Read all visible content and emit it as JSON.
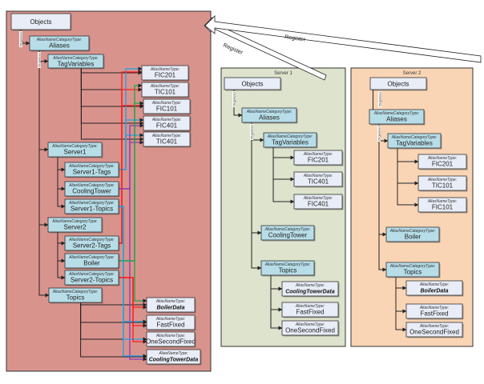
{
  "colors": {
    "aggregate_panel": "#d9938d",
    "server1_panel": "#dde3cc",
    "server2_panel": "#f9d5b5",
    "category_box": "#b7dde8",
    "alias_box": "#e8edf7",
    "server1_tags": "#1ea0e6",
    "server2_tags": "#ff1a1a",
    "cooling_tower": "#8a3ab9",
    "boiler": "#1aa64a"
  },
  "organizes_label": "Organizes",
  "register_labels": [
    "Register",
    "Register"
  ],
  "panels": [
    {
      "id": "aggregate",
      "title": "",
      "nodes": [
        {
          "id": "objects",
          "type": "",
          "name": "Objects",
          "parent": null
        },
        {
          "id": "aliases",
          "type": "AliasNameCategoryType:",
          "name": "Aliases",
          "parent": "objects"
        },
        {
          "id": "tagvars",
          "type": "AliasNameCategoryType:",
          "name": "TagVariables",
          "parent": "aliases"
        },
        {
          "id": "fic201",
          "type": "AliasNameType:",
          "name": "FIC201",
          "parent": "tagvars"
        },
        {
          "id": "tic101",
          "type": "AliasNameType:",
          "name": "TIC101",
          "parent": "tagvars"
        },
        {
          "id": "fic101",
          "type": "AliasNameType:",
          "name": "FIC101",
          "parent": "tagvars"
        },
        {
          "id": "fic401",
          "type": "AliasNameType:",
          "name": "FIC401",
          "parent": "tagvars"
        },
        {
          "id": "tic401",
          "type": "AliasNameType:",
          "name": "TIC401",
          "parent": "tagvars"
        },
        {
          "id": "server1",
          "type": "AliasNameCategoryType:",
          "name": "Server1",
          "parent": "aliases"
        },
        {
          "id": "s1tags",
          "type": "AliasNameCategoryType:",
          "name": "Server1-Tags",
          "parent": "server1"
        },
        {
          "id": "cooling",
          "type": "AliasNameCategoryType:",
          "name": "CoolingTower",
          "parent": "server1"
        },
        {
          "id": "s1topics",
          "type": "AliasNameCategoryType:",
          "name": "Server1-Topics",
          "parent": "server1"
        },
        {
          "id": "server2",
          "type": "AliasNameCategoryType:",
          "name": "Server2",
          "parent": "aliases"
        },
        {
          "id": "s2tags",
          "type": "AliasNameCategoryType:",
          "name": "Server2-Tags",
          "parent": "server2"
        },
        {
          "id": "boiler",
          "type": "AliasNameCategoryType:",
          "name": "Boiler",
          "parent": "server2"
        },
        {
          "id": "s2topics",
          "type": "AliasNameCategoryType:",
          "name": "Server2-Topics",
          "parent": "server2"
        },
        {
          "id": "topics",
          "type": "AliasNameCategoryType:",
          "name": "Topics",
          "parent": "aliases"
        },
        {
          "id": "boilerdata",
          "type": "AliasNameType:",
          "name": "BoilerData",
          "parent": "topics"
        },
        {
          "id": "fastfixed",
          "type": "AliasNameType:",
          "name": "FastFixed",
          "parent": "topics"
        },
        {
          "id": "onesec",
          "type": "AliasNameType:",
          "name": "OneSecondFixed",
          "parent": "topics"
        },
        {
          "id": "ctdata",
          "type": "AliasNameType:",
          "name": "CoolingTowerData",
          "parent": "topics"
        }
      ],
      "references": [
        {
          "from": "s1tags",
          "to": [
            "fic201",
            "fic401",
            "tic401"
          ],
          "color": "server1_tags"
        },
        {
          "from": "s2tags",
          "to": [
            "fic201",
            "tic101",
            "fic101"
          ],
          "color": "server2_tags"
        },
        {
          "from": "cooling",
          "to": [
            "fic401",
            "tic401",
            "ctdata"
          ],
          "color": "cooling_tower"
        },
        {
          "from": "boiler",
          "to": [
            "tic101",
            "fic101",
            "boilerdata"
          ],
          "color": "boiler"
        },
        {
          "from": "s1topics",
          "to": [
            "fastfixed",
            "onesec",
            "ctdata"
          ],
          "color": "server1_tags"
        },
        {
          "from": "s2topics",
          "to": [
            "boilerdata",
            "fastfixed",
            "onesec"
          ],
          "color": "server2_tags"
        }
      ]
    },
    {
      "id": "server1",
      "title": "Server 1",
      "nodes": [
        {
          "id": "objects",
          "type": "",
          "name": "Objects",
          "parent": null
        },
        {
          "id": "aliases",
          "type": "AliasNameCategoryType:",
          "name": "Aliases",
          "parent": "objects"
        },
        {
          "id": "tagvars",
          "type": "AliasNameCategoryType:",
          "name": "TagVariables",
          "parent": "aliases"
        },
        {
          "id": "fic201",
          "type": "AliasNameType:",
          "name": "FIC201",
          "parent": "tagvars"
        },
        {
          "id": "tic401",
          "type": "AliasNameType:",
          "name": "TIC401",
          "parent": "tagvars"
        },
        {
          "id": "fic401",
          "type": "AliasNameType:",
          "name": "FIC401",
          "parent": "tagvars"
        },
        {
          "id": "cooling",
          "type": "AliasNameCategoryType:",
          "name": "CoolingTower",
          "parent": "aliases"
        },
        {
          "id": "topics",
          "type": "AliasNameCategoryType:",
          "name": "Topics",
          "parent": "aliases"
        },
        {
          "id": "ctdata",
          "type": "AliasNameType:",
          "name": "CoolingTowerData",
          "parent": "topics"
        },
        {
          "id": "fastfixed",
          "type": "AliasNameType:",
          "name": "FastFixed",
          "parent": "topics"
        },
        {
          "id": "onesec",
          "type": "AliasNameType:",
          "name": "OneSecondFixed",
          "parent": "topics"
        }
      ],
      "references": []
    },
    {
      "id": "server2",
      "title": "Server 2",
      "nodes": [
        {
          "id": "objects",
          "type": "",
          "name": "Objects",
          "parent": null
        },
        {
          "id": "aliases",
          "type": "AliasNameCategoryType:",
          "name": "Aliases",
          "parent": "objects"
        },
        {
          "id": "tagvars",
          "type": "AliasNameCategoryType:",
          "name": "TagVariables",
          "parent": "aliases"
        },
        {
          "id": "fic201",
          "type": "AliasNameType:",
          "name": "FIC201",
          "parent": "tagvars"
        },
        {
          "id": "tic101",
          "type": "AliasNameType:",
          "name": "TIC101",
          "parent": "tagvars"
        },
        {
          "id": "fic101",
          "type": "AliasNameType:",
          "name": "FIC101",
          "parent": "tagvars"
        },
        {
          "id": "boiler",
          "type": "AliasNameCategoryType:",
          "name": "Boiler",
          "parent": "aliases"
        },
        {
          "id": "topics",
          "type": "AliasNameCategoryType:",
          "name": "Topics",
          "parent": "aliases"
        },
        {
          "id": "boilerdata",
          "type": "AliasNameType:",
          "name": "BoilerData",
          "parent": "topics"
        },
        {
          "id": "fastfixed",
          "type": "AliasNameType:",
          "name": "FastFixed",
          "parent": "topics"
        },
        {
          "id": "onesec",
          "type": "AliasNameType:",
          "name": "OneSecondFixed",
          "parent": "topics"
        }
      ],
      "references": []
    }
  ]
}
